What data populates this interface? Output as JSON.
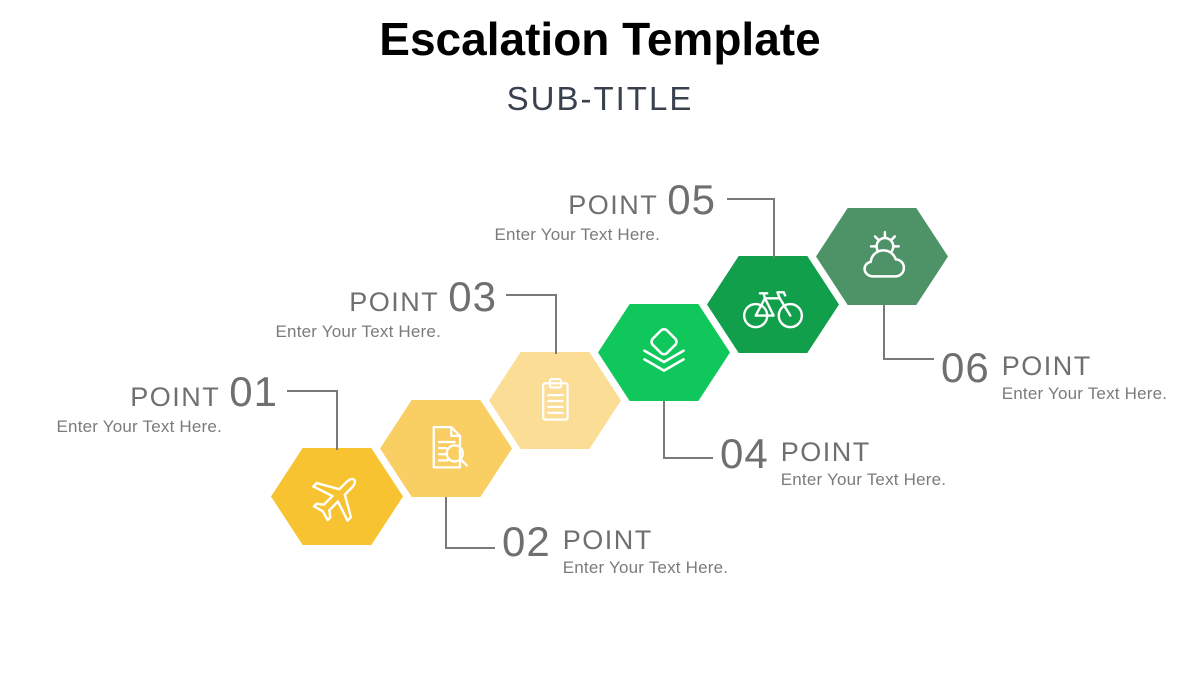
{
  "header": {
    "title": "Escalation Template",
    "subtitle": "SUB-TITLE"
  },
  "points": [
    {
      "label": "POINT",
      "number": "01",
      "text": "Enter Your Text Here.",
      "icon": "airplane-icon",
      "color": "#F8C331"
    },
    {
      "label": "POINT",
      "number": "02",
      "text": "Enter Your Text Here.",
      "icon": "document-search-icon",
      "color": "#F9CE63"
    },
    {
      "label": "POINT",
      "number": "03",
      "text": "Enter Your Text Here.",
      "icon": "clipboard-icon",
      "color": "#FBDD96"
    },
    {
      "label": "POINT",
      "number": "04",
      "text": "Enter Your Text Here.",
      "icon": "layers-icon",
      "color": "#0FC75A"
    },
    {
      "label": "POINT",
      "number": "05",
      "text": "Enter Your Text Here.",
      "icon": "bicycle-icon",
      "color": "#119F4C"
    },
    {
      "label": "POINT",
      "number": "06",
      "text": "Enter Your Text Here.",
      "icon": "sun-cloud-icon",
      "color": "#4E9367"
    }
  ],
  "colors": {
    "title_text": "#000000",
    "subtitle_text": "#3A414E",
    "label_text": "#6F6F6F",
    "body_text": "#7B7B7B",
    "connector_line": "#7A7A7A",
    "icon_stroke": "#FFFFFF",
    "background": "#FFFFFF"
  }
}
